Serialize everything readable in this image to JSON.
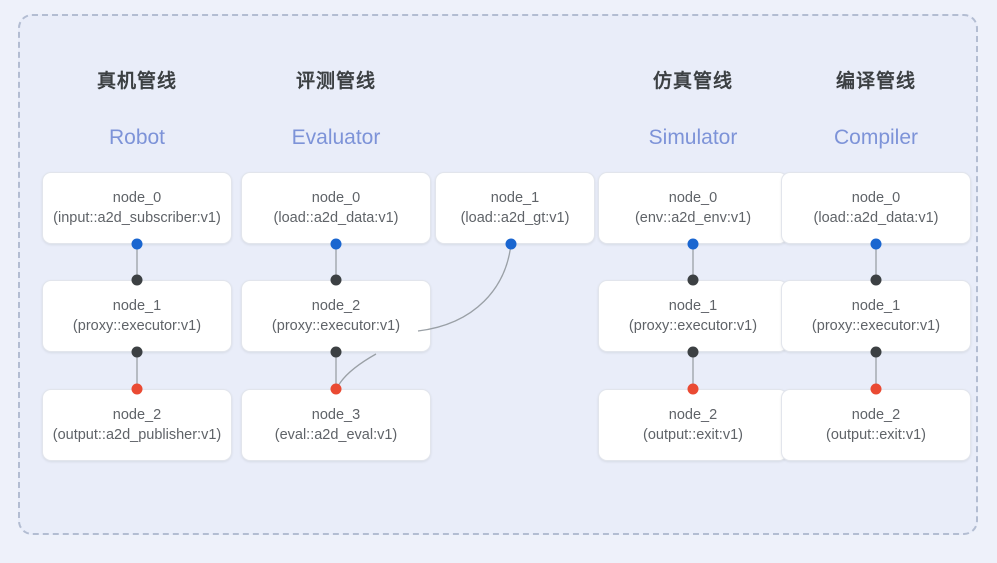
{
  "diagram": {
    "colors": {
      "canvas_background": "#eef1fa",
      "panel_background": "#e9edf9",
      "panel_border": "#b3bdd2",
      "node_background": "#ffffff",
      "node_text": "#5f6368",
      "title_text": "#3c4043",
      "subtitle_text": "#7d93d8",
      "port_input": "#1a66d0",
      "port_relay": "#3c4043",
      "port_output": "#ea4a33",
      "edge_stroke": "#9aa0a6"
    },
    "columns": [
      {
        "title": "真机管线",
        "subtitle": "Robot",
        "nodes": [
          {
            "name": "node_0",
            "type": "(input::a2d_subscriber:v1)"
          },
          {
            "name": "node_1",
            "type": "(proxy::executor:v1)"
          },
          {
            "name": "node_2",
            "type": "(output::a2d_publisher:v1)"
          }
        ]
      },
      {
        "title": "评测管线",
        "subtitle": "Evaluator",
        "nodes": [
          {
            "name": "node_0",
            "type": "(load::a2d_data:v1)"
          },
          {
            "name": "node_1",
            "type": "(load::a2d_gt:v1)"
          },
          {
            "name": "node_2",
            "type": "(proxy::executor:v1)"
          },
          {
            "name": "node_3",
            "type": "(eval::a2d_eval:v1)"
          }
        ]
      },
      {
        "title": "仿真管线",
        "subtitle": "Simulator",
        "nodes": [
          {
            "name": "node_0",
            "type": "(env::a2d_env:v1)"
          },
          {
            "name": "node_1",
            "type": "(proxy::executor:v1)"
          },
          {
            "name": "node_2",
            "type": "(output::exit:v1)"
          }
        ]
      },
      {
        "title": "编译管线",
        "subtitle": "Compiler",
        "nodes": [
          {
            "name": "node_0",
            "type": "(load::a2d_data:v1)"
          },
          {
            "name": "node_1",
            "type": "(proxy::executor:v1)"
          },
          {
            "name": "node_2",
            "type": "(output::exit:v1)"
          }
        ]
      }
    ]
  }
}
